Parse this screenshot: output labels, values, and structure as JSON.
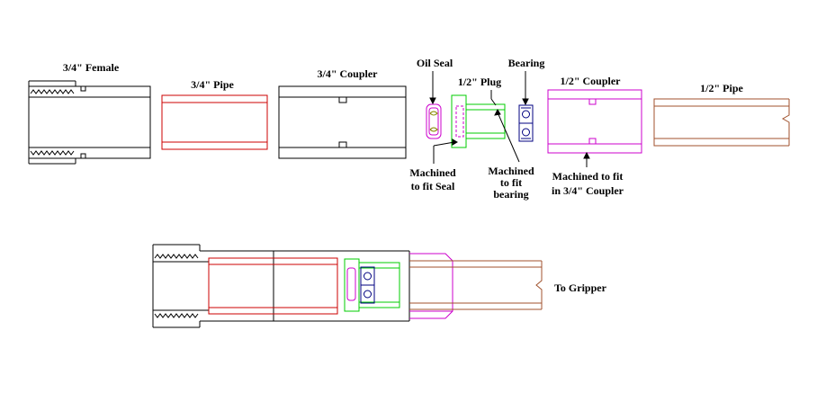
{
  "diagram": {
    "top_labels": {
      "female": "3/4\" Female",
      "pipe34": "3/4\" Pipe",
      "coupler34": "3/4\" Coupler",
      "oil_seal": "Oil Seal",
      "plug12": "1/2\" Plug",
      "bearing": "Bearing",
      "coupler12": "1/2\" Coupler",
      "pipe12": "1/2\"  Pipe"
    },
    "notes": {
      "seal_note": [
        "Machined",
        "to fit Seal"
      ],
      "bearing_note": [
        "Machined",
        "to fit",
        "bearing"
      ],
      "coupler_note": [
        "Machined to fit",
        "in 3/4\" Coupler"
      ]
    },
    "assembly_label": "To Gripper"
  },
  "colors": {
    "black": "#000000",
    "red": "#cc0000",
    "green": "#00cc00",
    "magenta": "#cc00cc",
    "navy": "#000080",
    "brown": "#a0522d"
  }
}
